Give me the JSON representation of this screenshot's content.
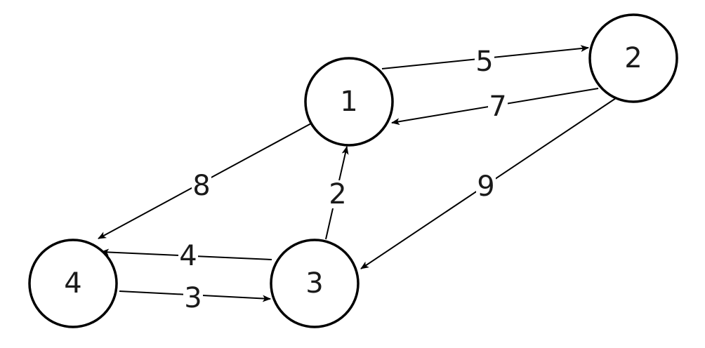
{
  "graph": {
    "directed": true,
    "colors": {
      "stroke": "#000000",
      "text": "#1a1a1a",
      "node_fill": "#ffffff",
      "background": "#ffffff"
    },
    "nodes": [
      {
        "id": "1",
        "label": "1"
      },
      {
        "id": "2",
        "label": "2"
      },
      {
        "id": "3",
        "label": "3"
      },
      {
        "id": "4",
        "label": "4"
      }
    ],
    "edges": [
      {
        "from": "1",
        "to": "2",
        "weight": "5"
      },
      {
        "from": "2",
        "to": "1",
        "weight": "7"
      },
      {
        "from": "1",
        "to": "4",
        "weight": "8"
      },
      {
        "from": "3",
        "to": "1",
        "weight": "2"
      },
      {
        "from": "2",
        "to": "3",
        "weight": "9"
      },
      {
        "from": "3",
        "to": "4",
        "weight": "4"
      },
      {
        "from": "4",
        "to": "3",
        "weight": "3"
      }
    ]
  }
}
